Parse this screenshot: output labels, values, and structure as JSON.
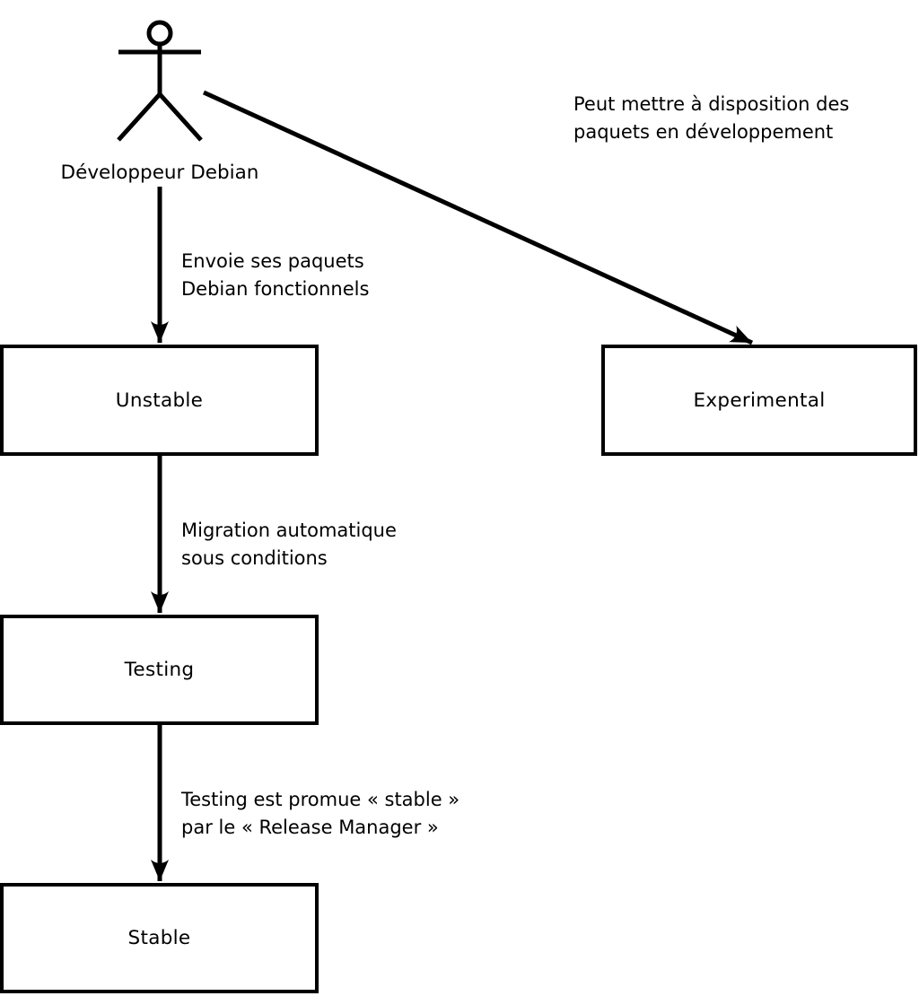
{
  "diagram": {
    "title_hint": "Debian package release flow",
    "colors": {
      "stroke": "#000000",
      "background": "#ffffff",
      "box_fill": "#ffffff"
    },
    "actor": {
      "label": "Développeur Debian"
    },
    "nodes": {
      "unstable": {
        "label": "Unstable"
      },
      "experimental": {
        "label": "Experimental"
      },
      "testing": {
        "label": "Testing"
      },
      "stable": {
        "label": "Stable"
      }
    },
    "edges": {
      "dev_to_experimental": {
        "from": "Développeur Debian",
        "to": "Experimental",
        "line1": "Peut mettre à disposition des",
        "line2": "paquets en développement"
      },
      "dev_to_unstable": {
        "from": "Développeur Debian",
        "to": "Unstable",
        "line1": "Envoie ses paquets",
        "line2": "Debian fonctionnels"
      },
      "unstable_to_testing": {
        "from": "Unstable",
        "to": "Testing",
        "line1": "Migration automatique",
        "line2": "sous conditions"
      },
      "testing_to_stable": {
        "from": "Testing",
        "to": "Stable",
        "line1": "Testing est promue « stable »",
        "line2": "par le « Release Manager »"
      }
    }
  }
}
